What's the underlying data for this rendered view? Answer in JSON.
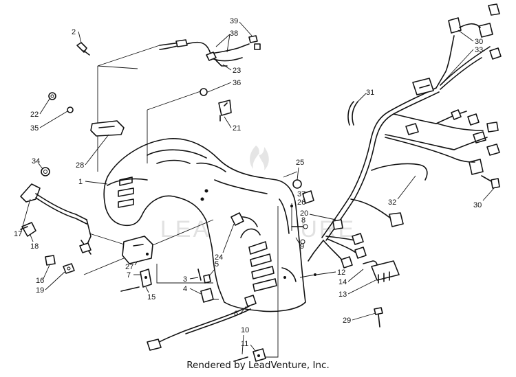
{
  "footer": {
    "text": "Rendered by LeadVenture, Inc."
  },
  "watermark": {
    "text": "LEADVENTURE"
  },
  "callouts": [
    {
      "id": "c1",
      "label": "1"
    },
    {
      "id": "c2",
      "label": "2"
    },
    {
      "id": "c3",
      "label": "3"
    },
    {
      "id": "c4",
      "label": "4"
    },
    {
      "id": "c5",
      "label": "5"
    },
    {
      "id": "c6",
      "label": "6"
    },
    {
      "id": "c7",
      "label": "7"
    },
    {
      "id": "c8",
      "label": "8"
    },
    {
      "id": "c9",
      "label": "9"
    },
    {
      "id": "c10",
      "label": "10"
    },
    {
      "id": "c11",
      "label": "11"
    },
    {
      "id": "c12",
      "label": "12"
    },
    {
      "id": "c13",
      "label": "13"
    },
    {
      "id": "c14",
      "label": "14"
    },
    {
      "id": "c15",
      "label": "15"
    },
    {
      "id": "c16",
      "label": "16"
    },
    {
      "id": "c17",
      "label": "17"
    },
    {
      "id": "c18",
      "label": "18"
    },
    {
      "id": "c19",
      "label": "19"
    },
    {
      "id": "c20",
      "label": "20"
    },
    {
      "id": "c21",
      "label": "21"
    },
    {
      "id": "c22",
      "label": "22"
    },
    {
      "id": "c23",
      "label": "23"
    },
    {
      "id": "c24",
      "label": "24"
    },
    {
      "id": "c25",
      "label": "25"
    },
    {
      "id": "c26",
      "label": "26"
    },
    {
      "id": "c27",
      "label": "27"
    },
    {
      "id": "c28",
      "label": "28"
    },
    {
      "id": "c29",
      "label": "29"
    },
    {
      "id": "c30a",
      "label": "30"
    },
    {
      "id": "c30b",
      "label": "30"
    },
    {
      "id": "c31",
      "label": "31"
    },
    {
      "id": "c32",
      "label": "32"
    },
    {
      "id": "c33",
      "label": "33"
    },
    {
      "id": "c34",
      "label": "34"
    },
    {
      "id": "c35",
      "label": "35"
    },
    {
      "id": "c36",
      "label": "36"
    },
    {
      "id": "c37",
      "label": "37"
    },
    {
      "id": "c38",
      "label": "38"
    },
    {
      "id": "c39",
      "label": "39"
    }
  ]
}
